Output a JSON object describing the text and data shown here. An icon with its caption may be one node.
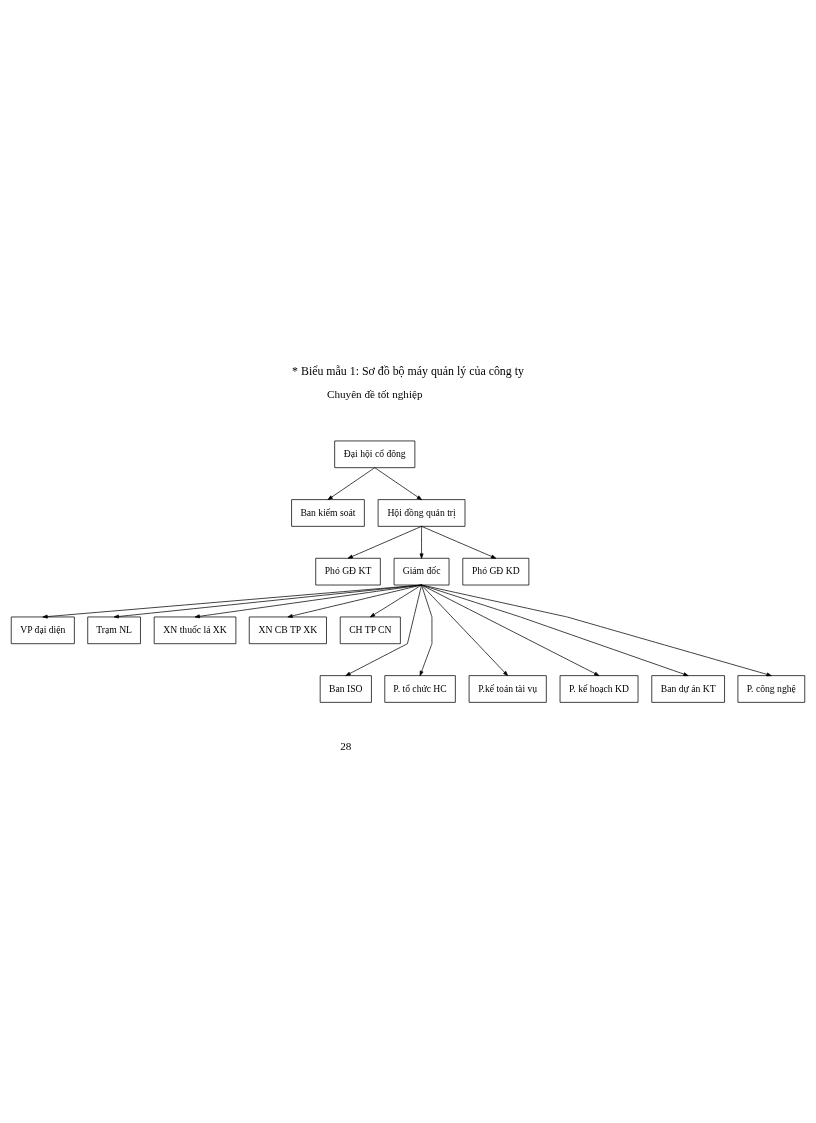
{
  "diagram": {
    "title": "* Biểu mẫu 1: Sơ đồ bộ máy quản lý của công ty",
    "nodes": [
      {
        "text": [
          "Đại hội cổ đông"
        ]
      },
      {
        "text": [
          "Ban kiểm soát"
        ]
      },
      {
        "text": [
          "Hội đồng quản trị"
        ]
      },
      {
        "text": [
          "Phó GĐ KT"
        ]
      },
      {
        "text": [
          "Giám đốc"
        ]
      },
      {
        "text": [
          "Phó GĐ KD"
        ]
      },
      {
        "text": [
          "VP đại diện"
        ]
      },
      {
        "text": [
          "Trạm NL"
        ]
      },
      {
        "text": [
          "XN thuốc lá XK"
        ]
      },
      {
        "text": [
          "XN CB TP XK"
        ]
      },
      {
        "text": [
          "CH TP CN"
        ]
      },
      {
        "text": [
          "Ban ISO"
        ]
      },
      {
        "text": [
          "P. tổ chức HC"
        ]
      },
      {
        "text": [
          "P.kế toán tài vụ"
        ]
      },
      {
        "text": [
          "P. kế hoạch KD"
        ]
      },
      {
        "text": [
          "Ban dự án KT"
        ]
      },
      {
        "text": [
          "P. công nghệ"
        ]
      }
    ],
    "edges": [
      {
        "from": 0,
        "to": 1,
        "arrow": "to"
      },
      {
        "from": 0,
        "to": 2,
        "arrow": "to"
      },
      {
        "from": 2,
        "to": 3,
        "arrow": "to"
      },
      {
        "from": 2,
        "to": 4,
        "arrow": "to"
      },
      {
        "from": 2,
        "to": 5,
        "arrow": "to"
      },
      {
        "from": 4,
        "to": 6,
        "arrow": "to"
      },
      {
        "from": 4,
        "to": 7,
        "arrow": "to"
      },
      {
        "from": 4,
        "to": 8,
        "arrow": "to"
      },
      {
        "from": 4,
        "to": 9,
        "arrow": "to"
      },
      {
        "from": 4,
        "to": 10,
        "arrow": "to"
      },
      {
        "from": 4,
        "to": 11,
        "arrow": "to"
      },
      {
        "from": 4,
        "to": 12,
        "arrow": "to"
      },
      {
        "from": 4,
        "to": 13,
        "arrow": "to"
      },
      {
        "from": 4,
        "to": 14,
        "arrow": "to"
      },
      {
        "from": 4,
        "to": 15,
        "arrow": "to"
      },
      {
        "from": 4,
        "to": 16,
        "arrow": "to"
      }
    ],
    "labels": [
      "Chuyên đề tốt nghiệp",
      "28"
    ]
  }
}
